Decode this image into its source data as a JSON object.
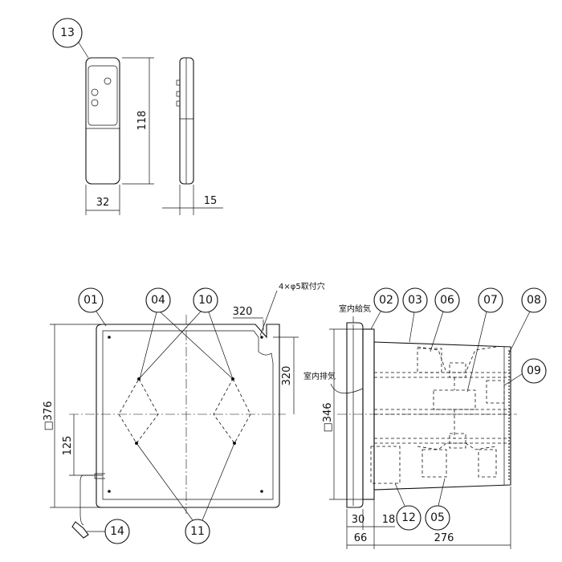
{
  "remote": {
    "part_no": "13",
    "dim_height": "118",
    "dim_width": "32",
    "dim_depth": "15"
  },
  "front_view": {
    "mount_hole_note": "4×φ5取付穴",
    "dim_size": "□376",
    "dim_offset_h": "320",
    "dim_offset_v": "320",
    "dim_cable_height": "125",
    "callouts": {
      "body": "01",
      "grille": "04",
      "screw": "10",
      "bracket": "11",
      "cable": "14"
    }
  },
  "side_view": {
    "label_supply": "室内給気",
    "label_exhaust": "室内排気",
    "dim_size": "□346",
    "dim_30": "30",
    "dim_18": "18",
    "dim_66": "66",
    "dim_276": "276",
    "callouts": {
      "frame": "02",
      "casing": "03",
      "fan_upper": "06",
      "motor": "07",
      "filter": "08",
      "damper": "09",
      "board": "12",
      "fan_lower": "05"
    }
  }
}
